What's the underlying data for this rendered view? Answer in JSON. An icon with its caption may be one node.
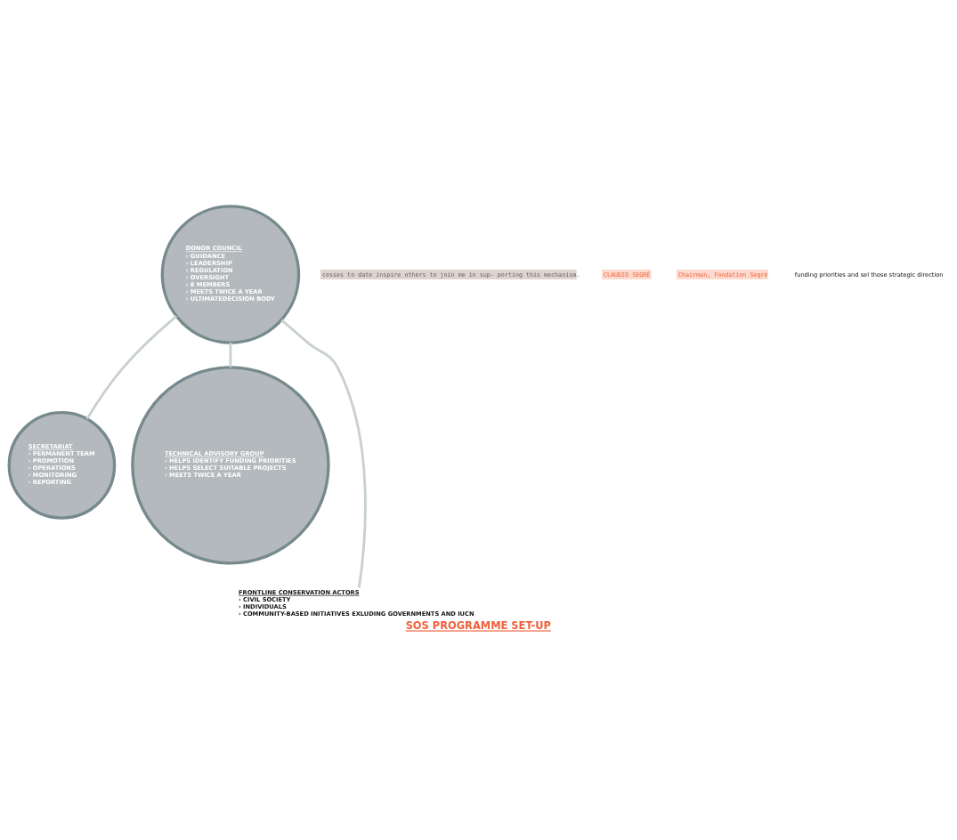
{
  "diagram": {
    "title": "SOS PROGRAMME SET-UP",
    "nodes": [
      {
        "text": [
          "DONOR COUNCIL",
          "› GUIDANCE",
          "› LEADERSHIP",
          "› REGULATION",
          "› OVERSIGHT",
          "› 8 MEMBERS",
          "› MEETS TWICE A YEAR",
          "› ULTIMATEDECISION BODY"
        ]
      },
      {
        "text": [
          "SECRETARIAT",
          "› PERMANENT TEAM",
          "› PROMOTION",
          "› OPERATIONS",
          "› MONITORING",
          "› REPORTING"
        ]
      },
      {
        "text": [
          "TECHNICAL ADVISORY GROUP",
          "› HELPS IDENTIFY FUNDING PRIORITIES",
          "› HELPS SELECT SUITABLE PROJECTS",
          "› MEETS TWICE A YEAR"
        ]
      },
      {
        "text": [
          "FRONTLINE CONSERVATION ACTORS",
          "› CIVIL SOCIETY",
          "› INDIVIDUALS",
          "› COMMUNITY-BASED INITIATIVES EXLUDING GOVERNMENTS AND IUCN"
        ]
      }
    ],
    "edges": [
      {
        "from": 1,
        "to": 0,
        "arrow": "none"
      },
      {
        "from": 2,
        "to": 0,
        "arrow": "none"
      },
      {
        "from": 3,
        "to": 0,
        "arrow": "none"
      }
    ],
    "labels": [
      "cesses to date inspire others to join me in sup- porting this mechanism.",
      "CLAUDIO SEGRÉ",
      "Chairman, Fondation Segré",
      "funding priorities and sel those strategic direction"
    ]
  }
}
